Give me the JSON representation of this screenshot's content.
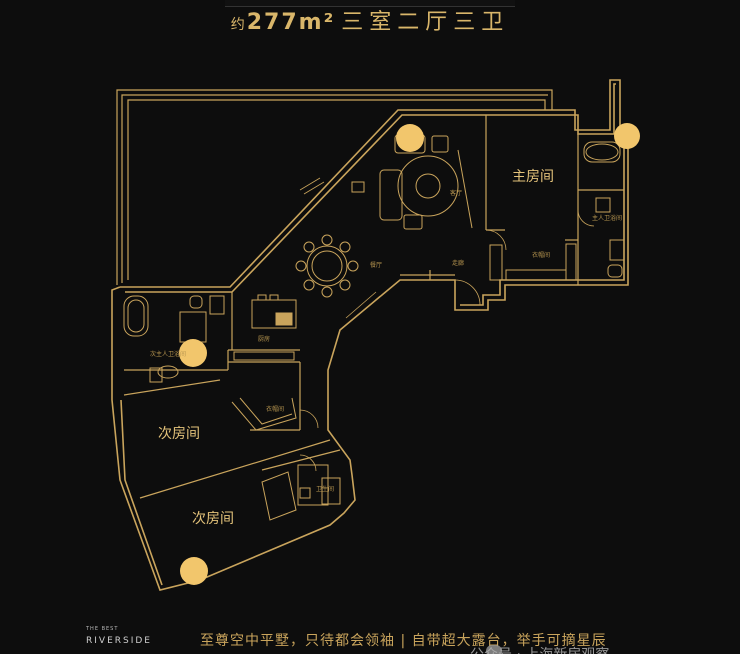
{
  "header": {
    "area_label": "约",
    "area_value": "277m²",
    "layout_label": "三室二厅三卫"
  },
  "rooms": {
    "master_bedroom": "主房间",
    "secondary_bedroom_upper": "次房间",
    "secondary_bedroom_lower": "次房间",
    "living_room": "客厅",
    "dining_room": "餐厅",
    "kitchen": "厨房",
    "corridor": "走廊",
    "cloakroom": "衣帽间",
    "master_bath": "主人卫浴间",
    "secondary_bath": "次主人卫浴间",
    "closet": "衣帽间",
    "guest_bath": "卫生间"
  },
  "footer": {
    "brand_small": "THE BEST",
    "brand_big": "RIVERSIDE",
    "slogan": "至尊空中平墅，只待都会领袖 | 自带超大露台，举手可摘星辰",
    "watermark": "公众号 · 上海新房观察"
  },
  "colors": {
    "background": "#0d0d0d",
    "line": "#c9a45c",
    "marker": "#f2c66c"
  }
}
